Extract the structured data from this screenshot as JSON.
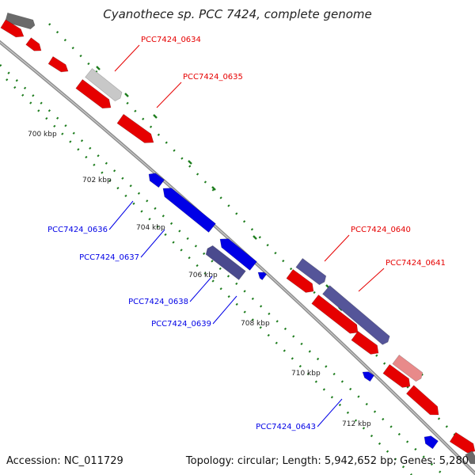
{
  "title": "Cyanothece sp. PCC 7424, complete genome",
  "accession": "Accession: NC_011729",
  "summary": "Topology: circular; Length: 5,942,652 bp; Genes: 5,280",
  "colors": {
    "backbone": "#999999",
    "tick": "#1e7d1e",
    "forward": "#e60000",
    "reverse": "#0000e6",
    "forward_alt": "#555599",
    "reverse_alt": "#4a4a8e",
    "light": "#c8c8c8",
    "dark": "#6a6a6a",
    "pink": "#e88a8a"
  },
  "ticks": [
    {
      "label": "700 kbp"
    },
    {
      "label": "702 kbp"
    },
    {
      "label": "704 kbp"
    },
    {
      "label": "706 kbp"
    },
    {
      "label": "708 kbp"
    },
    {
      "label": "710 kbp"
    },
    {
      "label": "712 kbp"
    }
  ],
  "gene_labels": [
    {
      "text": "PCC7424_0634",
      "strand": "forward"
    },
    {
      "text": "PCC7424_0635",
      "strand": "forward"
    },
    {
      "text": "PCC7424_0636",
      "strand": "reverse"
    },
    {
      "text": "PCC7424_0637",
      "strand": "reverse"
    },
    {
      "text": "PCC7424_0638",
      "strand": "reverse"
    },
    {
      "text": "PCC7424_0639",
      "strand": "reverse"
    },
    {
      "text": "PCC7424_0640",
      "strand": "forward"
    },
    {
      "text": "PCC7424_0641",
      "strand": "forward"
    },
    {
      "text": "PCC7424_0643",
      "strand": "reverse"
    }
  ]
}
